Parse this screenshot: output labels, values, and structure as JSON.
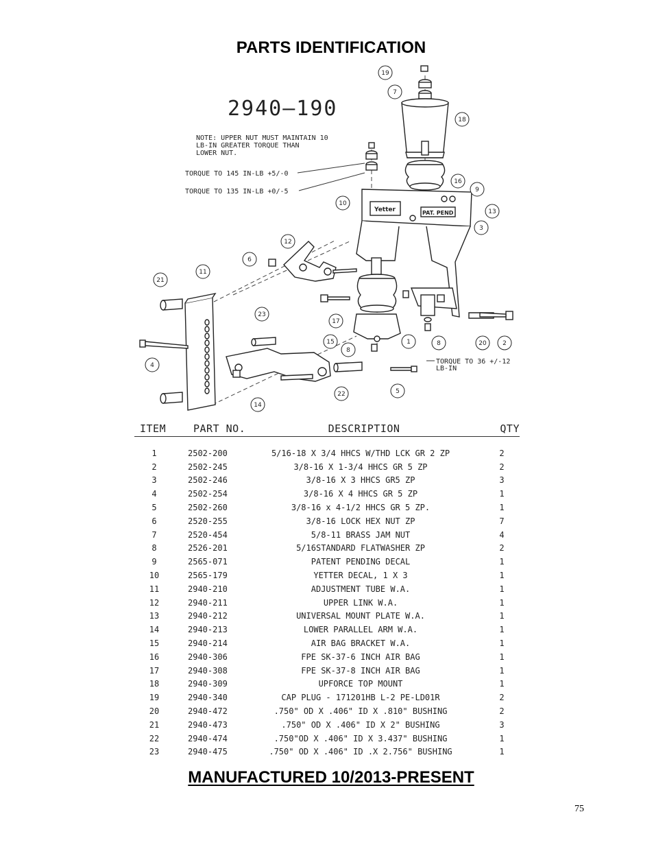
{
  "page": {
    "title": "PARTS IDENTIFICATION",
    "footer": "MANUFACTURED 10/2013-PRESENT",
    "page_number": "75"
  },
  "diagram": {
    "assembly_number": "2940—190",
    "note": [
      "NOTE: UPPER NUT MUST MAINTAIN 10",
      "LB-IN GREATER TORQUE THAN",
      "LOWER NUT."
    ],
    "torque_1": "TORQUE TO 145  IN-LB +5/-0",
    "torque_2": "TORQUE TO 135 IN-LB +0/-5",
    "torque_3": [
      "TORQUE TO 36 +/-12",
      "LB-IN"
    ],
    "decal_yetter": "Yetter",
    "decal_patent": "PAT. PEND",
    "callouts": [
      "1",
      "2",
      "3",
      "4",
      "5",
      "6",
      "7",
      "8",
      "9",
      "10",
      "11",
      "12",
      "13",
      "14",
      "15",
      "16",
      "17",
      "18",
      "19",
      "20",
      "21",
      "22",
      "23"
    ]
  },
  "table": {
    "headers": {
      "item": "ITEM",
      "part": "PART NO.",
      "desc": "DESCRIPTION",
      "qty": "QTY"
    },
    "rows": [
      {
        "item": "1",
        "part": "2502-200",
        "desc": "5/16-18 X 3/4 HHCS W/THD LCK GR 2 ZP",
        "qty": "2"
      },
      {
        "item": "2",
        "part": "2502-245",
        "desc": "3/8-16 X 1-3/4 HHCS GR 5 ZP",
        "qty": "2"
      },
      {
        "item": "3",
        "part": "2502-246",
        "desc": "3/8-16 X 3 HHCS GR5 ZP",
        "qty": "3"
      },
      {
        "item": "4",
        "part": "2502-254",
        "desc": "3/8-16 X 4 HHCS GR 5 ZP",
        "qty": "1"
      },
      {
        "item": "5",
        "part": "2502-260",
        "desc": "3/8-16 x 4-1/2 HHCS GR 5 ZP.",
        "qty": "1"
      },
      {
        "item": "6",
        "part": "2520-255",
        "desc": "3/8-16 LOCK HEX NUT ZP",
        "qty": "7"
      },
      {
        "item": "7",
        "part": "2520-454",
        "desc": "5/8-11 BRASS JAM NUT",
        "qty": "4"
      },
      {
        "item": "8",
        "part": "2526-201",
        "desc": "5/16STANDARD FLATWASHER ZP",
        "qty": "2"
      },
      {
        "item": "9",
        "part": "2565-071",
        "desc": "PATENT PENDING DECAL",
        "qty": "1"
      },
      {
        "item": "10",
        "part": "2565-179",
        "desc": "YETTER DECAL, 1 X 3",
        "qty": "1"
      },
      {
        "item": "11",
        "part": "2940-210",
        "desc": "ADJUSTMENT TUBE W.A.",
        "qty": "1"
      },
      {
        "item": "12",
        "part": "2940-211",
        "desc": "UPPER LINK W.A.",
        "qty": "1"
      },
      {
        "item": "13",
        "part": "2940-212",
        "desc": "UNIVERSAL MOUNT PLATE W.A.",
        "qty": "1"
      },
      {
        "item": "14",
        "part": "2940-213",
        "desc": "LOWER PARALLEL ARM W.A.",
        "qty": "1"
      },
      {
        "item": "15",
        "part": "2940-214",
        "desc": "AIR BAG BRACKET W.A.",
        "qty": "1"
      },
      {
        "item": "16",
        "part": "2940-306",
        "desc": "FPE SK-37-6 INCH  AIR BAG",
        "qty": "1"
      },
      {
        "item": "17",
        "part": "2940-308",
        "desc": "FPE SK-37-8 INCH AIR BAG",
        "qty": "1"
      },
      {
        "item": "18",
        "part": "2940-309",
        "desc": "UPFORCE TOP MOUNT",
        "qty": "1"
      },
      {
        "item": "19",
        "part": "2940-340",
        "desc": "CAP PLUG - 171201HB L-2 PE-LD01R",
        "qty": "2"
      },
      {
        "item": "20",
        "part": "2940-472",
        "desc": ".750\" OD X .406\" ID X .810\" BUSHING",
        "qty": "2"
      },
      {
        "item": "21",
        "part": "2940-473",
        "desc": ".750\" OD X .406\" ID X 2\" BUSHING",
        "qty": "3"
      },
      {
        "item": "22",
        "part": "2940-474",
        "desc": ".750\"OD X .406\" ID X 3.437\" BUSHING",
        "qty": "1"
      },
      {
        "item": "23",
        "part": "2940-475",
        "desc": ".750\" OD X .406\" ID .X 2.756\" BUSHING",
        "qty": "1"
      }
    ]
  }
}
